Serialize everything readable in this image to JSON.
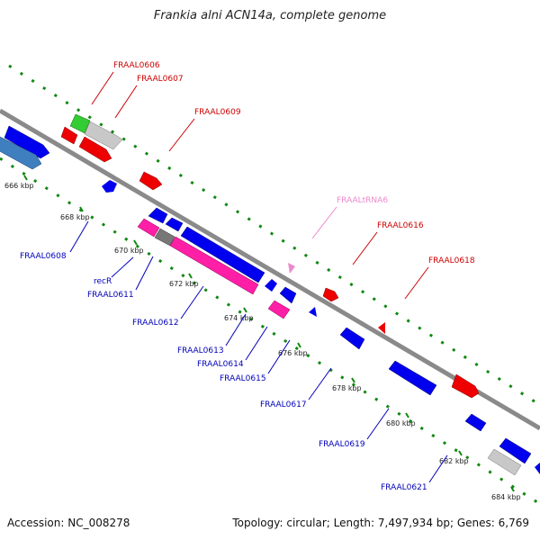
{
  "title": "Frankia alni ACN14a, complete genome",
  "footer": {
    "accession": "Accession: NC_008278",
    "summary": "Topology: circular; Length: 7,497,934 bp; Genes: 6,769"
  },
  "colors": {
    "forward_label": "#cc0000",
    "reverse_label": "#0000bb",
    "rna_label": "#ee88cc",
    "cds_red": "#ee0000",
    "cds_blue": "#0000ee",
    "cds_gray": "#c8c8c8",
    "cds_green": "#33cc33",
    "cds_pink": "#ff1fa6",
    "cds_steel": "#3f7fbf",
    "backbone": "#888888",
    "tick": "#118811"
  },
  "scale": {
    "ticks_kbp": [
      "666 kbp",
      "668 kbp",
      "670 kbp",
      "672 kbp",
      "674 kbp",
      "676 kbp",
      "678 kbp",
      "680 kbp",
      "682 kbp",
      "684 kbp"
    ]
  },
  "genes": {
    "forward": [
      {
        "name": "FRAAL0606",
        "kind": "green"
      },
      {
        "name": "FRAAL0607",
        "kind": "gray"
      },
      {
        "name": "FRAAL0609",
        "kind": "red"
      },
      {
        "name": "FRAALtRNA6",
        "kind": "rna"
      },
      {
        "name": "FRAAL0616",
        "kind": "red"
      },
      {
        "name": "FRAAL0618",
        "kind": "red"
      }
    ],
    "reverse": [
      {
        "name": "FRAAL0608",
        "kind": "blue"
      },
      {
        "name": "recR",
        "kind": "pink"
      },
      {
        "name": "FRAAL0611",
        "kind": "gray"
      },
      {
        "name": "FRAAL0612",
        "kind": "pink"
      },
      {
        "name": "FRAAL0613",
        "kind": "blue"
      },
      {
        "name": "FRAAL0614",
        "kind": "pink"
      },
      {
        "name": "FRAAL0615",
        "kind": "blue"
      },
      {
        "name": "FRAAL0617",
        "kind": "blue"
      },
      {
        "name": "FRAAL0619",
        "kind": "blue"
      },
      {
        "name": "FRAAL0621",
        "kind": "gray"
      }
    ]
  }
}
